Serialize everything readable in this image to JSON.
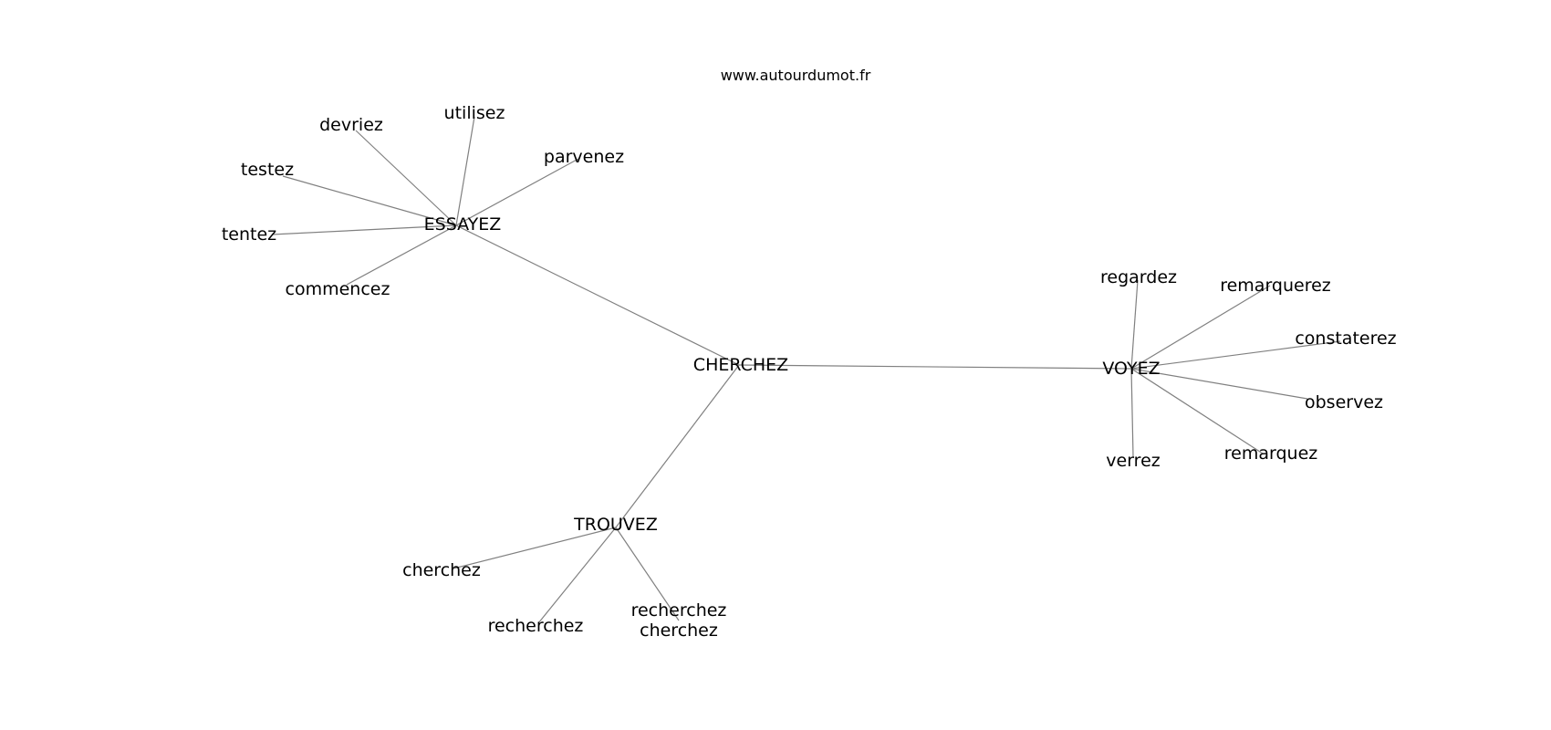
{
  "source_text": "www.autourdumot.fr",
  "graph": {
    "nodes": [
      {
        "id": "cherchez_center",
        "label": "CHERCHEZ"
      },
      {
        "id": "essayez",
        "label": "ESSAYEZ"
      },
      {
        "id": "voyez",
        "label": "VOYEZ"
      },
      {
        "id": "trouvez",
        "label": "TROUVEZ"
      },
      {
        "id": "devriez",
        "label": "devriez"
      },
      {
        "id": "utilisez",
        "label": "utilisez"
      },
      {
        "id": "parvenez",
        "label": "parvenez"
      },
      {
        "id": "testez",
        "label": "testez"
      },
      {
        "id": "tentez",
        "label": "tentez"
      },
      {
        "id": "commencez",
        "label": "commencez"
      },
      {
        "id": "regardez",
        "label": "regardez"
      },
      {
        "id": "remarquerez",
        "label": "remarquerez"
      },
      {
        "id": "constaterez",
        "label": "constaterez"
      },
      {
        "id": "observez",
        "label": "observez"
      },
      {
        "id": "remarquez",
        "label": "remarquez"
      },
      {
        "id": "verrez",
        "label": "verrez"
      },
      {
        "id": "cherchez_leaf",
        "label": "cherchez"
      },
      {
        "id": "recherchez",
        "label": "recherchez"
      },
      {
        "id": "recherchez_cherchez",
        "label": [
          "recherchez",
          "cherchez"
        ]
      }
    ],
    "edges": [
      [
        "cherchez_center",
        "essayez"
      ],
      [
        "cherchez_center",
        "voyez"
      ],
      [
        "cherchez_center",
        "trouvez"
      ],
      [
        "essayez",
        "devriez"
      ],
      [
        "essayez",
        "utilisez"
      ],
      [
        "essayez",
        "parvenez"
      ],
      [
        "essayez",
        "testez"
      ],
      [
        "essayez",
        "tentez"
      ],
      [
        "essayez",
        "commencez"
      ],
      [
        "voyez",
        "regardez"
      ],
      [
        "voyez",
        "remarquerez"
      ],
      [
        "voyez",
        "constaterez"
      ],
      [
        "voyez",
        "observez"
      ],
      [
        "voyez",
        "remarquez"
      ],
      [
        "voyez",
        "verrez"
      ],
      [
        "trouvez",
        "cherchez_leaf"
      ],
      [
        "trouvez",
        "recherchez"
      ],
      [
        "trouvez",
        "recherchez_cherchez"
      ]
    ]
  }
}
